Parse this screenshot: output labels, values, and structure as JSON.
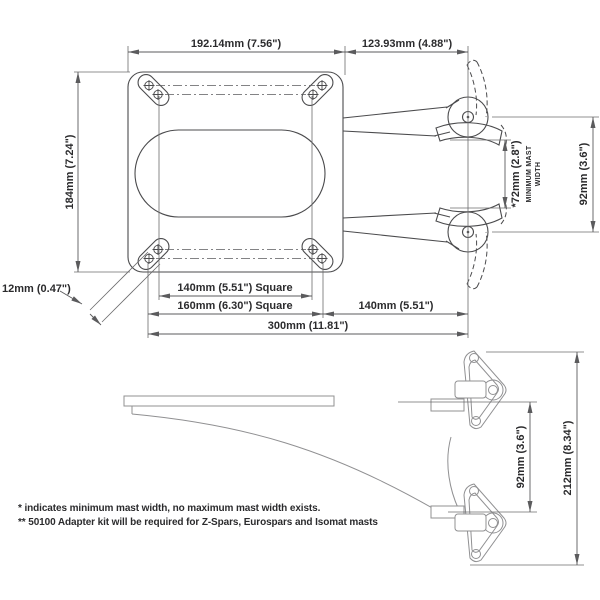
{
  "colors": {
    "background": "#ffffff",
    "main_line": "#4b4b4d",
    "side_view_line": "#909092",
    "dimension_line": "#5b5b5d",
    "text": "#2b2b2d"
  },
  "dimensions": {
    "plate_width": "192.14mm (7.56\")",
    "arm_reach": "123.93mm (4.88\")",
    "plate_height": "184mm (7.24\")",
    "slot_width": "12mm (0.47\")",
    "min_mast_width": "*72mm (2.8\")",
    "min_mast_note_line1": "MINIMUM MAST",
    "min_mast_note_line2": "WIDTH",
    "clamp_spacing_top": "92mm (3.6\")",
    "bolt_pattern_inner": "140mm (5.51\") Square",
    "bolt_pattern_outer": "160mm (6.30\") Square",
    "clamp_offset": "140mm (5.51\")",
    "overall_width": "300mm (11.81\")",
    "clamp_spacing_side": "92mm (3.6\")",
    "overall_height": "212mm (8.34\")"
  },
  "notes": {
    "line1": "* indicates minimum mast width, no maximum mast width exists.",
    "line2": "** 50100 Adapter kit will be required for Z-Spars, Eurospars and Isomat masts"
  }
}
